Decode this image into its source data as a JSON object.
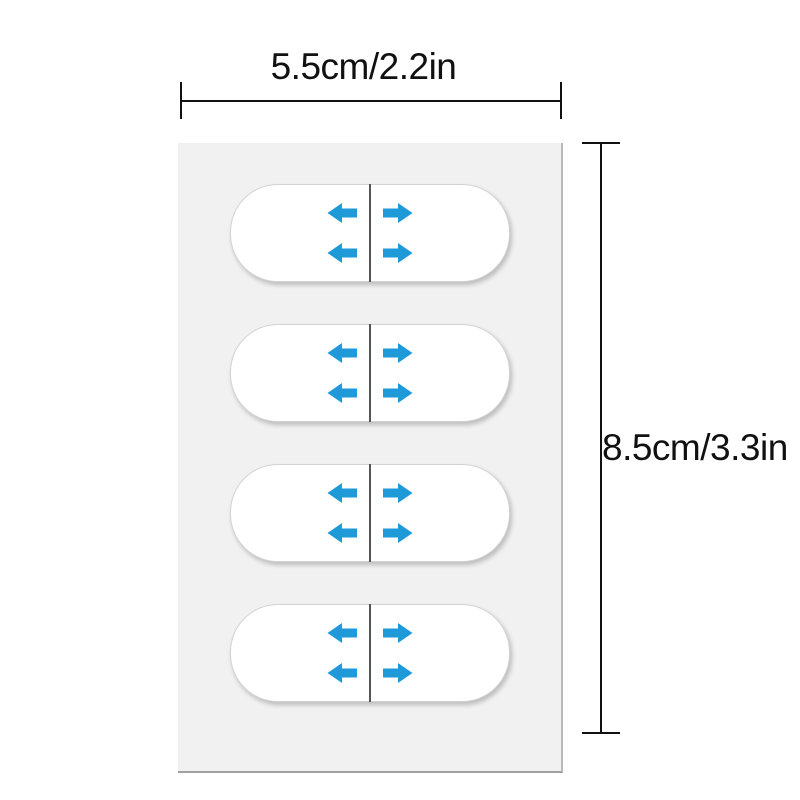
{
  "page": {
    "type": "product-dimension-diagram",
    "background": "#ffffff"
  },
  "dimensions": {
    "width_label": "5.5cm/2.2in",
    "height_label": "8.5cm/3.3in"
  },
  "sheet": {
    "sticker_count": 4,
    "stickers": [
      {
        "arrows": [
          "left",
          "right",
          "left",
          "right"
        ]
      },
      {
        "arrows": [
          "left",
          "right",
          "left",
          "right"
        ]
      },
      {
        "arrows": [
          "left",
          "right",
          "left",
          "right"
        ]
      },
      {
        "arrows": [
          "left",
          "right",
          "left",
          "right"
        ]
      }
    ]
  },
  "colors": {
    "arrow_blue": "#1f9ad8",
    "divider_gray": "#555555",
    "dimension_color": "#111111",
    "sheet_gray": "#f1f1f2",
    "page_background": "#ffffff"
  },
  "icons": {
    "left_arrow": "left-arrow-icon",
    "right_arrow": "right-arrow-icon"
  }
}
